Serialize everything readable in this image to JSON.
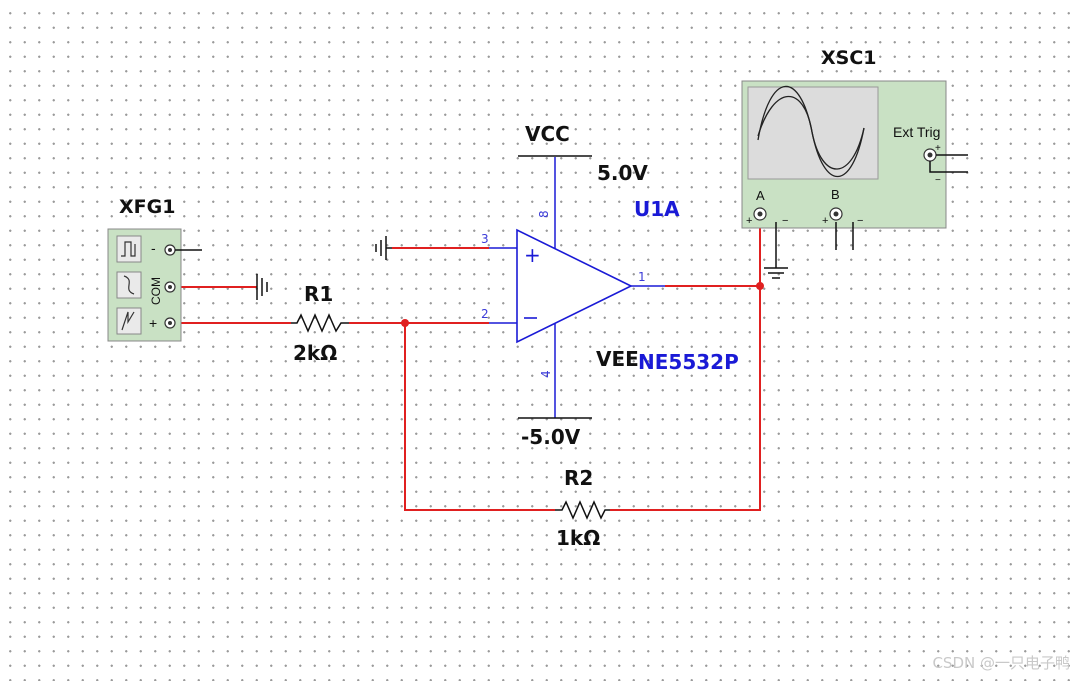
{
  "components": {
    "function_generator": {
      "ref": "XFG1",
      "com_label": "COM",
      "minus_sign": "-",
      "plus_sign": "+"
    },
    "oscilloscope": {
      "ref": "XSC1",
      "ext_trig_label": "Ext Trig",
      "channel_a_label": "A",
      "channel_b_label": "B",
      "plus_sign": "+",
      "minus_sign": "−"
    },
    "opamp": {
      "ref": "U1A",
      "part": "NE5532P",
      "pins": {
        "in_plus": "3",
        "in_minus": "2",
        "output": "1",
        "v_plus": "8",
        "v_minus": "4"
      }
    },
    "vcc": {
      "name": "VCC",
      "value": "5.0V"
    },
    "vee": {
      "name": "VEE",
      "value": "-5.0V"
    },
    "r1": {
      "ref": "R1",
      "value": "2kΩ"
    },
    "r2": {
      "ref": "R2",
      "value": "1kΩ"
    }
  },
  "colors": {
    "wire": "#e02020",
    "component": "#1a1ad6",
    "instrument_body": "#c9e1c4",
    "screen": "#dcdcdc"
  },
  "watermark": "CSDN @一只电子鸭"
}
